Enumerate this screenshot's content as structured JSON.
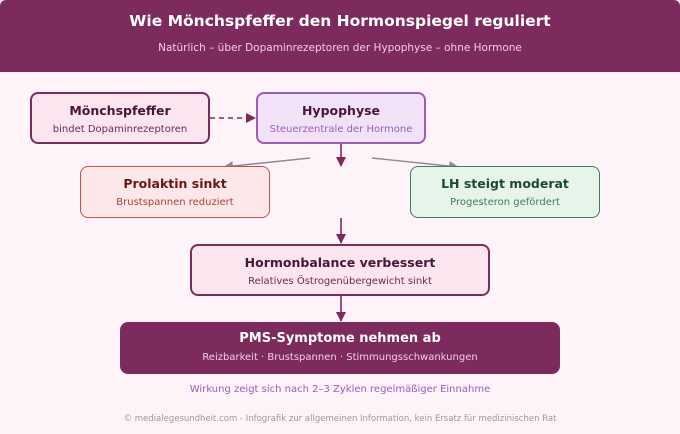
{
  "header": {
    "title": "Wie Mönchspfeffer den Hormonspiegel reguliert",
    "subtitle": "Natürlich – über Dopaminrezeptoren der Hypophyse – ohne Hormone"
  },
  "nodes": {
    "moenchspfeffer": {
      "title": "Mönchspfeffer",
      "subtitle": "bindet Dopaminrezeptoren"
    },
    "hypophyse": {
      "title": "Hypophyse",
      "subtitle": "Steuerzentrale der Hormone"
    },
    "prolaktin": {
      "title": "Prolaktin sinkt",
      "subtitle": "Brustspannen reduziert"
    },
    "lh": {
      "title": "LH steigt moderat",
      "subtitle": "Progesteron gefördert"
    },
    "hormonbalance": {
      "title": "Hormonbalance verbessert",
      "subtitle": "Relatives Östrogenübergewicht sinkt"
    },
    "pms": {
      "title": "PMS-Symptome nehmen ab",
      "subtitle": "Reizbarkeit · Brustspannen · Stimmungsschwankungen"
    }
  },
  "note": "Wirkung zeigt sich nach 2–3 Zyklen regelmäßiger Einnahme",
  "footer": "© medialegesundheit.com - Infografik zur allgemeinen Information, kein Ersatz für medizinischen Rat",
  "colors": {
    "primary": "#7d2b5d",
    "hypophyse": "#9b5cc0",
    "prolaktin": "#c0504d",
    "lh": "#3e7e58",
    "connector_gray": "#8c8c8c"
  }
}
